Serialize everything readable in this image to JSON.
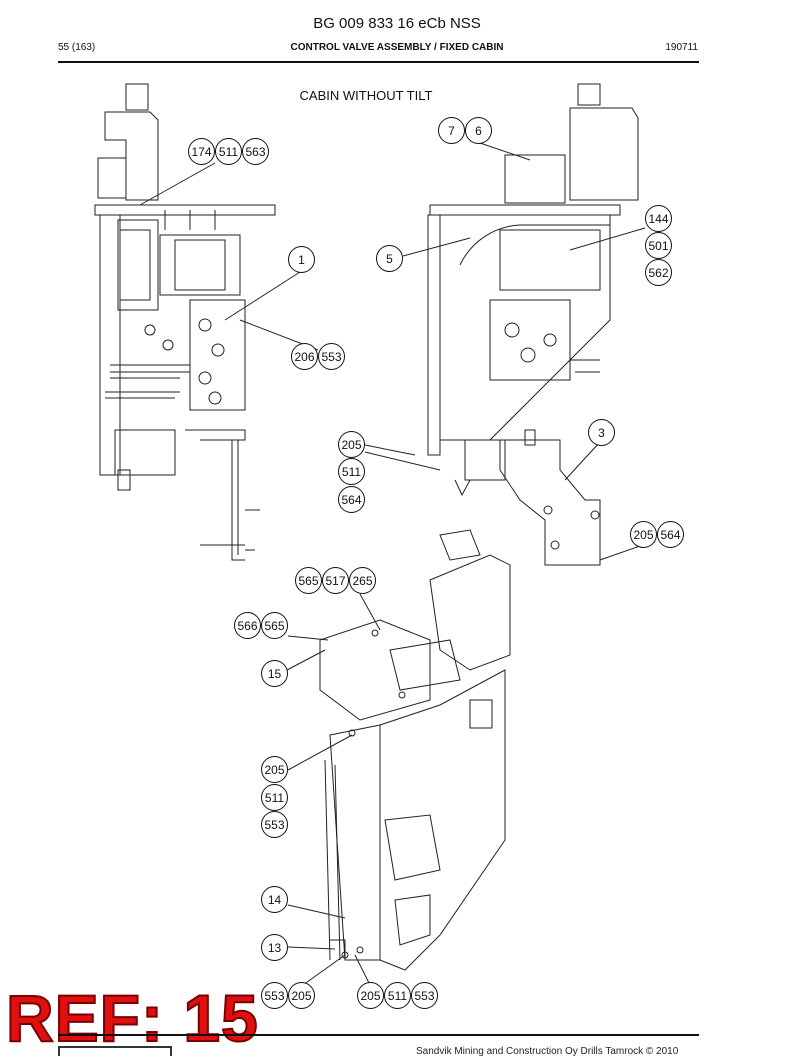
{
  "header": {
    "document_number": "BG 009 833 16 eCb NSS",
    "page": "55 (163)",
    "section_title": "CONTROL VALVE ASSEMBLY / FIXED CABIN",
    "date_code": "190711"
  },
  "drawing": {
    "subtitle": "CABIN WITHOUT TILT",
    "callouts": [
      "174",
      "511",
      "563",
      "7",
      "6",
      "144",
      "501",
      "562",
      "1",
      "5",
      "206",
      "553",
      "205",
      "511",
      "564",
      "3",
      "205",
      "564",
      "565",
      "517",
      "265",
      "566",
      "565",
      "15",
      "205",
      "511",
      "553",
      "14",
      "13",
      "553",
      "205",
      "205",
      "511",
      "553"
    ]
  },
  "watermark": {
    "text": "REF: 15",
    "color": "#e01010"
  },
  "footer": {
    "copyright": "Sandvik Mining and Construction Oy Drills Tamrock © 2010"
  }
}
